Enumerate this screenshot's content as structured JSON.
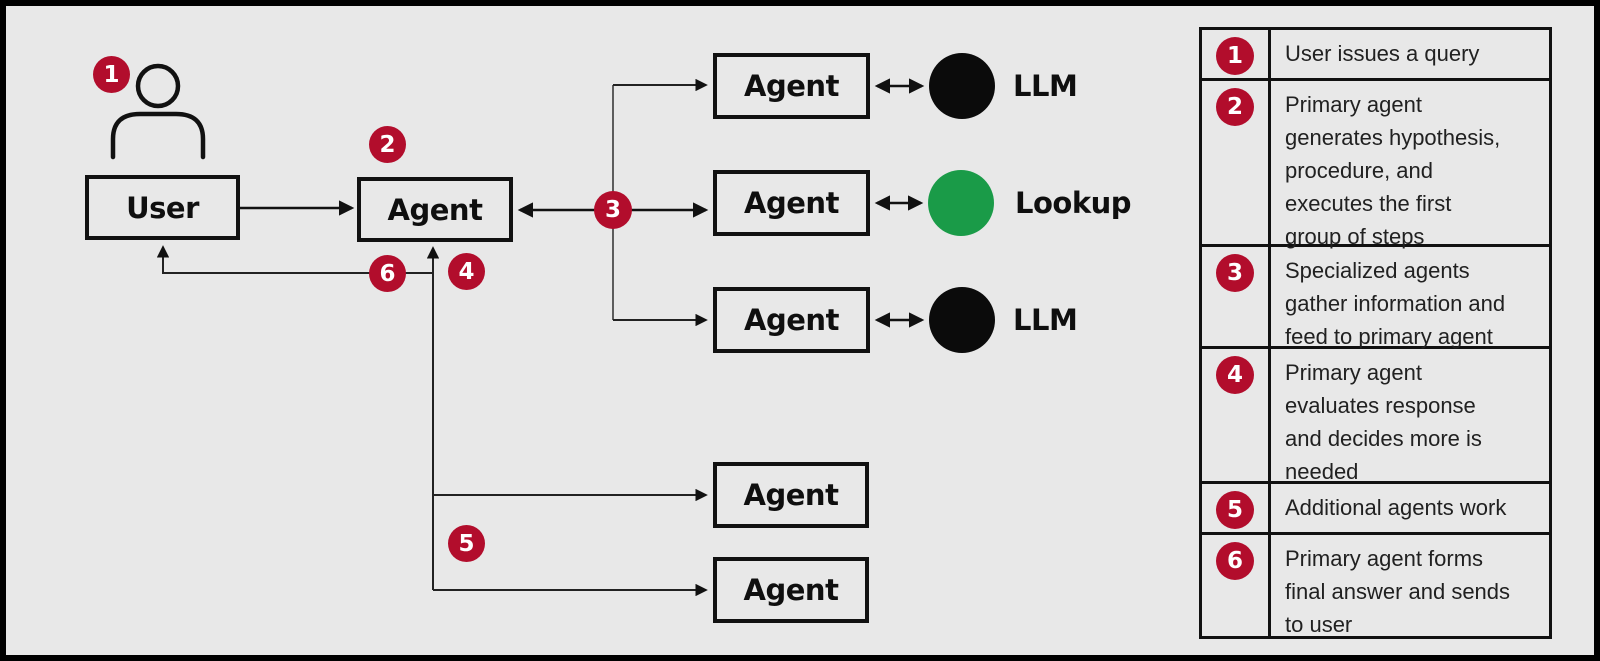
{
  "colors": {
    "background": "#e8e8e8",
    "badge_red": "#b20d2c",
    "llm_circle": "#0b0b0b",
    "lookup_circle": "#1a9b48",
    "line_black": "#111111"
  },
  "diagram": {
    "boxes": [
      {
        "id": "user",
        "label": "User"
      },
      {
        "id": "primary-agent",
        "label": "Agent"
      },
      {
        "id": "spec-agent-1",
        "label": "Agent"
      },
      {
        "id": "spec-agent-2",
        "label": "Agent"
      },
      {
        "id": "spec-agent-3",
        "label": "Agent"
      },
      {
        "id": "extra-agent-1",
        "label": "Agent"
      },
      {
        "id": "extra-agent-2",
        "label": "Agent"
      }
    ],
    "tools": [
      {
        "label": "LLM",
        "color": "#0b0b0b"
      },
      {
        "label": "Lookup",
        "color": "#1a9b48"
      },
      {
        "label": "LLM",
        "color": "#0b0b0b"
      }
    ],
    "badges": [
      "1",
      "2",
      "3",
      "4",
      "5",
      "6"
    ]
  },
  "legend": {
    "rows": [
      {
        "num": "1",
        "text": "User issues a query"
      },
      {
        "num": "2",
        "text": "Primary agent\ngenerates hypothesis,\nprocedure, and\nexecutes the first\ngroup of steps"
      },
      {
        "num": "3",
        "text": "Specialized agents\ngather information and\nfeed to primary agent"
      },
      {
        "num": "4",
        "text": "Primary agent\nevaluates response\nand decides more is\nneeded"
      },
      {
        "num": "5",
        "text": "Additional agents work"
      },
      {
        "num": "6",
        "text": "Primary agent forms\nfinal answer and sends\nto user"
      }
    ]
  }
}
